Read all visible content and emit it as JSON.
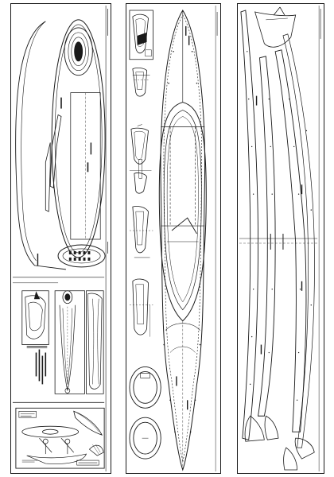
{
  "page": {
    "sheets": [
      {
        "id": "sheet-1"
      },
      {
        "id": "sheet-2"
      },
      {
        "id": "sheet-3"
      }
    ]
  },
  "colors": {
    "ink": "#1a1a1a",
    "paper": "#ffffff",
    "rule": "#555555"
  }
}
